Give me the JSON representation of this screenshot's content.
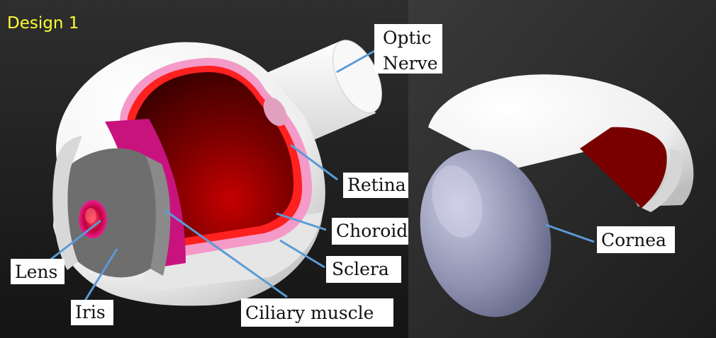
{
  "title": "Design 1",
  "colors": {
    "title": "#ffff33",
    "leader": "#5b9bd5",
    "label_bg": "#ffffff",
    "sclera": "#f2f2f2",
    "choroid": "#f49ac8",
    "retina": "#ff2020",
    "interior": "#6e0000",
    "ciliary_muscle": "#c8137e",
    "iris": "#6e6e6e",
    "cornea": "#8f92b0"
  },
  "labels": {
    "optic_nerve_1": "Optic",
    "optic_nerve_2": "Nerve",
    "retina": "Retina",
    "choroid": "Choroid",
    "sclera": "Sclera",
    "ciliary_muscle": "Ciliary muscle",
    "lens": "Lens",
    "iris": "Iris",
    "cornea": "Cornea"
  }
}
